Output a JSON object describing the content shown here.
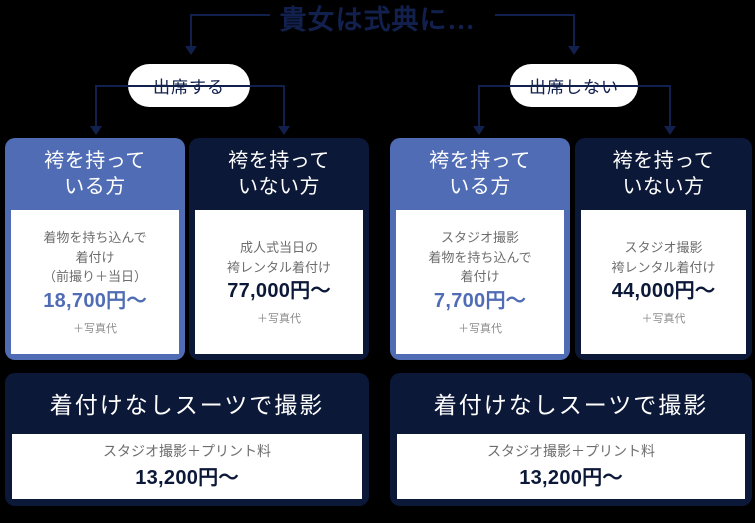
{
  "title": "貴女は式典に…",
  "branches": [
    {
      "pill_label": "出席する"
    },
    {
      "pill_label": "出席しない"
    }
  ],
  "cards": [
    {
      "head_line1": "袴を持って",
      "head_line2": "いる方",
      "theme": "blue",
      "desc_lines": [
        "着物を持ち込んで",
        "着付け",
        "（前撮り＋当日）"
      ],
      "price": "18,700円〜",
      "note": "＋写真代"
    },
    {
      "head_line1": "袴を持って",
      "head_line2": "いない方",
      "theme": "navy",
      "desc_lines": [
        "成人式当日の",
        "袴レンタル着付け"
      ],
      "price": "77,000円〜",
      "note": "＋写真代"
    },
    {
      "head_line1": "袴を持って",
      "head_line2": "いる方",
      "theme": "blue",
      "desc_lines": [
        "スタジオ撮影",
        "着物を持ち込んで",
        "着付け"
      ],
      "price": "7,700円〜",
      "note": "＋写真代"
    },
    {
      "head_line1": "袴を持って",
      "head_line2": "いない方",
      "theme": "navy",
      "desc_lines": [
        "スタジオ撮影",
        "袴レンタル着付け"
      ],
      "price": "44,000円〜",
      "note": "＋写真代"
    }
  ],
  "bottom_cards": [
    {
      "head": "着付けなしスーツで撮影",
      "desc": "スタジオ撮影＋プリント料",
      "price": "13,200円〜"
    },
    {
      "head": "着付けなしスーツで撮影",
      "desc": "スタジオ撮影＋プリント料",
      "price": "13,200円〜"
    }
  ],
  "colors": {
    "background": "#000000",
    "navy": "#0c1838",
    "blue": "#4f6cb4",
    "line": "#12204d",
    "white": "#ffffff",
    "body_text": "#6d6d6d",
    "note_text": "#8a8a8a"
  }
}
